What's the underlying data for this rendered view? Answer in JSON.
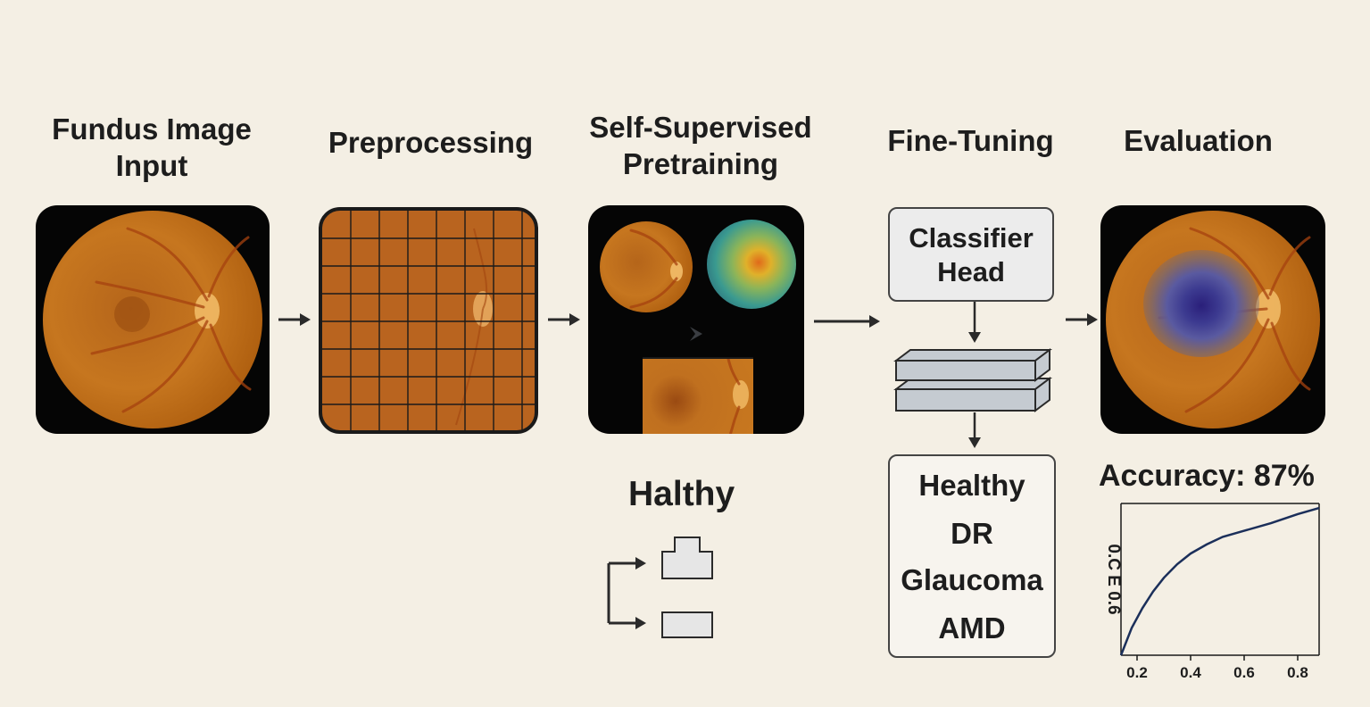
{
  "stages": {
    "input": "Fundus Image\nInput",
    "preprocessing": "Preprocessing",
    "pretraining": "Self-Supervised\nPretraining",
    "finetuning": "Fine-Tuning",
    "evaluation": "Evaluation"
  },
  "classifier_head": "Classifier\nHead",
  "classes": [
    "Healthy",
    "DR",
    "Glaucoma",
    "AMD"
  ],
  "halthy_label": "Halthy",
  "accuracy_label": "Accuracy: 87%",
  "colors": {
    "background": "#f4efe4",
    "panel": "#050505",
    "fundus": "#c6761f",
    "box_fill": "#ececec",
    "layer_fill": "#c5cbd1",
    "curve": "#1b2f5a"
  },
  "chart_data": {
    "type": "line",
    "title": "",
    "xlabel": "",
    "ylabel": "0.C E 0.6",
    "x_ticks": [
      "0.2",
      "0.4",
      "0.6",
      "0.8"
    ],
    "xlim": [
      0.14,
      0.88
    ],
    "ylim": [
      0,
      1
    ],
    "series": [
      {
        "x": [
          0.14,
          0.18,
          0.22,
          0.26,
          0.3,
          0.35,
          0.4,
          0.46,
          0.52,
          0.6,
          0.7,
          0.8,
          0.88
        ],
        "y": [
          0.0,
          0.18,
          0.31,
          0.42,
          0.51,
          0.6,
          0.67,
          0.73,
          0.78,
          0.82,
          0.87,
          0.93,
          0.97
        ]
      }
    ],
    "grid": false
  }
}
